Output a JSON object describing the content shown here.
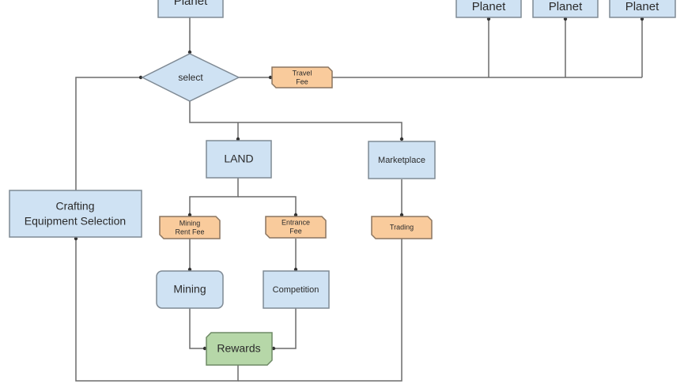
{
  "diagram": {
    "title": "Game flow diagram",
    "colors": {
      "process_fill": "#cfe2f3",
      "fee_fill": "#f9cb9c",
      "reward_fill": "#b6d7a8",
      "line": "#6b6b6b"
    },
    "nodes": {
      "planet_top": "Planet",
      "planet_1": "Planet",
      "planet_2": "Planet",
      "planet_3": "Planet",
      "select": "select",
      "travel_fee_line1": "Travel",
      "travel_fee_line2": "Fee",
      "land": "LAND",
      "marketplace": "Marketplace",
      "crafting_line1": "Crafting",
      "crafting_line2": "Equipment Selection",
      "mining_rent_fee_line1": "Mining",
      "mining_rent_fee_line2": "Rent Fee",
      "entrance_fee_line1": "Entrance",
      "entrance_fee_line2": "Fee",
      "trading": "Trading",
      "mining": "Mining",
      "competition": "Competition",
      "rewards": "Rewards"
    },
    "edges": [
      {
        "from": "Planet",
        "to": "select"
      },
      {
        "from": "select",
        "to": "Travel Fee"
      },
      {
        "from": "Travel Fee",
        "to": "Planet (1)"
      },
      {
        "from": "Travel Fee",
        "to": "Planet (2)"
      },
      {
        "from": "Travel Fee",
        "to": "Planet (3)"
      },
      {
        "from": "select",
        "to": "LAND"
      },
      {
        "from": "select",
        "to": "Marketplace"
      },
      {
        "from": "LAND",
        "to": "Mining Rent Fee"
      },
      {
        "from": "LAND",
        "to": "Entrance Fee"
      },
      {
        "from": "Marketplace",
        "to": "Trading"
      },
      {
        "from": "Mining Rent Fee",
        "to": "Mining"
      },
      {
        "from": "Entrance Fee",
        "to": "Competition"
      },
      {
        "from": "Mining",
        "to": "Rewards"
      },
      {
        "from": "Competition",
        "to": "Rewards"
      },
      {
        "from": "Rewards",
        "to": "Crafting Equipment Selection"
      },
      {
        "from": "Trading",
        "to": "Crafting Equipment Selection"
      },
      {
        "from": "Crafting Equipment Selection",
        "to": "select"
      }
    ]
  }
}
